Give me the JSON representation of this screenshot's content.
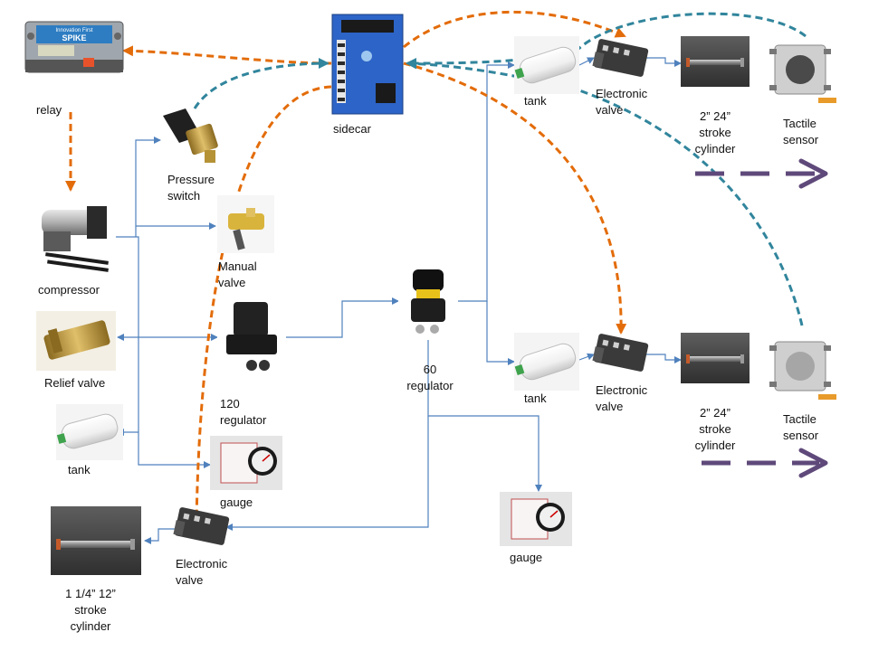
{
  "labels": {
    "relay": "relay",
    "sidecar": "sidecar",
    "pressure_switch": [
      "Pressure",
      "switch"
    ],
    "manual_valve": [
      "Manual",
      "valve"
    ],
    "compressor": "compressor",
    "relief_valve": "Relief valve",
    "tank_left": "tank",
    "regulator_120": [
      "120",
      "regulator"
    ],
    "gauge_left": "gauge",
    "regulator_60": [
      "60",
      "regulator"
    ],
    "gauge_center": "gauge",
    "tank_top": "tank",
    "tank_mid": "tank",
    "valve_top": [
      "Electronic",
      "valve"
    ],
    "valve_mid": [
      "Electronic",
      "valve"
    ],
    "valve_bottom": [
      "Electronic",
      "valve"
    ],
    "cylinder_top": [
      "2” 24”",
      "stroke",
      "cylinder"
    ],
    "cylinder_mid": [
      "2” 24”",
      "stroke",
      "cylinder"
    ],
    "cylinder_bottom": [
      "1 1/4” 12”",
      "stroke",
      "cylinder"
    ],
    "sensor_top": [
      "Tactile",
      "sensor"
    ],
    "sensor_mid": [
      "Tactile",
      "sensor"
    ],
    "relay_badge": [
      "Innovation First",
      "SPIKE"
    ]
  },
  "colors": {
    "pneumatic_line": "#4f81bd",
    "power_line": "#e36c0a",
    "signal_line": "#31859c",
    "motion_arrow": "#5f497a"
  }
}
